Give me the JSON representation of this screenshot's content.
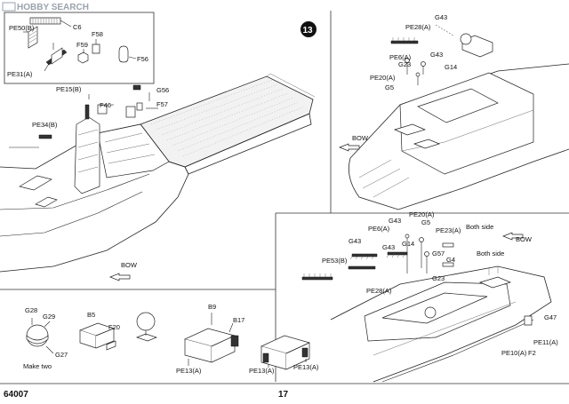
{
  "watermark": "HOBBY SEARCH",
  "step_number": "13",
  "page_number": "17",
  "kit_code": "64007",
  "bow_label": "BOW",
  "make_two": "Make two",
  "both_side": "Both side",
  "inset_top_left": {
    "labels": [
      "C6",
      "PE50(B)",
      "F59",
      "F58",
      "F56",
      "PE31(A)"
    ]
  },
  "main_left": {
    "labels": [
      "PE15(B)",
      "F46",
      "G56",
      "F57",
      "PE34(B)"
    ]
  },
  "right_top": {
    "labels": [
      "G43",
      "PE28(A)",
      "G43",
      "PE6(A)",
      "G23",
      "G14",
      "PE20(A)",
      "G5"
    ]
  },
  "right_mid": {
    "labels": [
      "G43",
      "PE20(A)",
      "PE6(A)",
      "G5",
      "PE23(A)",
      "G43",
      "G14",
      "G43",
      "G57",
      "G4",
      "PE53(B)",
      "PE28(A)",
      "G23",
      "G47",
      "PE11(A)",
      "PE10(A)",
      "F2"
    ]
  },
  "bottom_left": {
    "labels": [
      "G28",
      "G29",
      "G27",
      "B5",
      "F20",
      "B9",
      "B17",
      "PE13(A)",
      "PE13(A)",
      "PE13(A)"
    ]
  }
}
